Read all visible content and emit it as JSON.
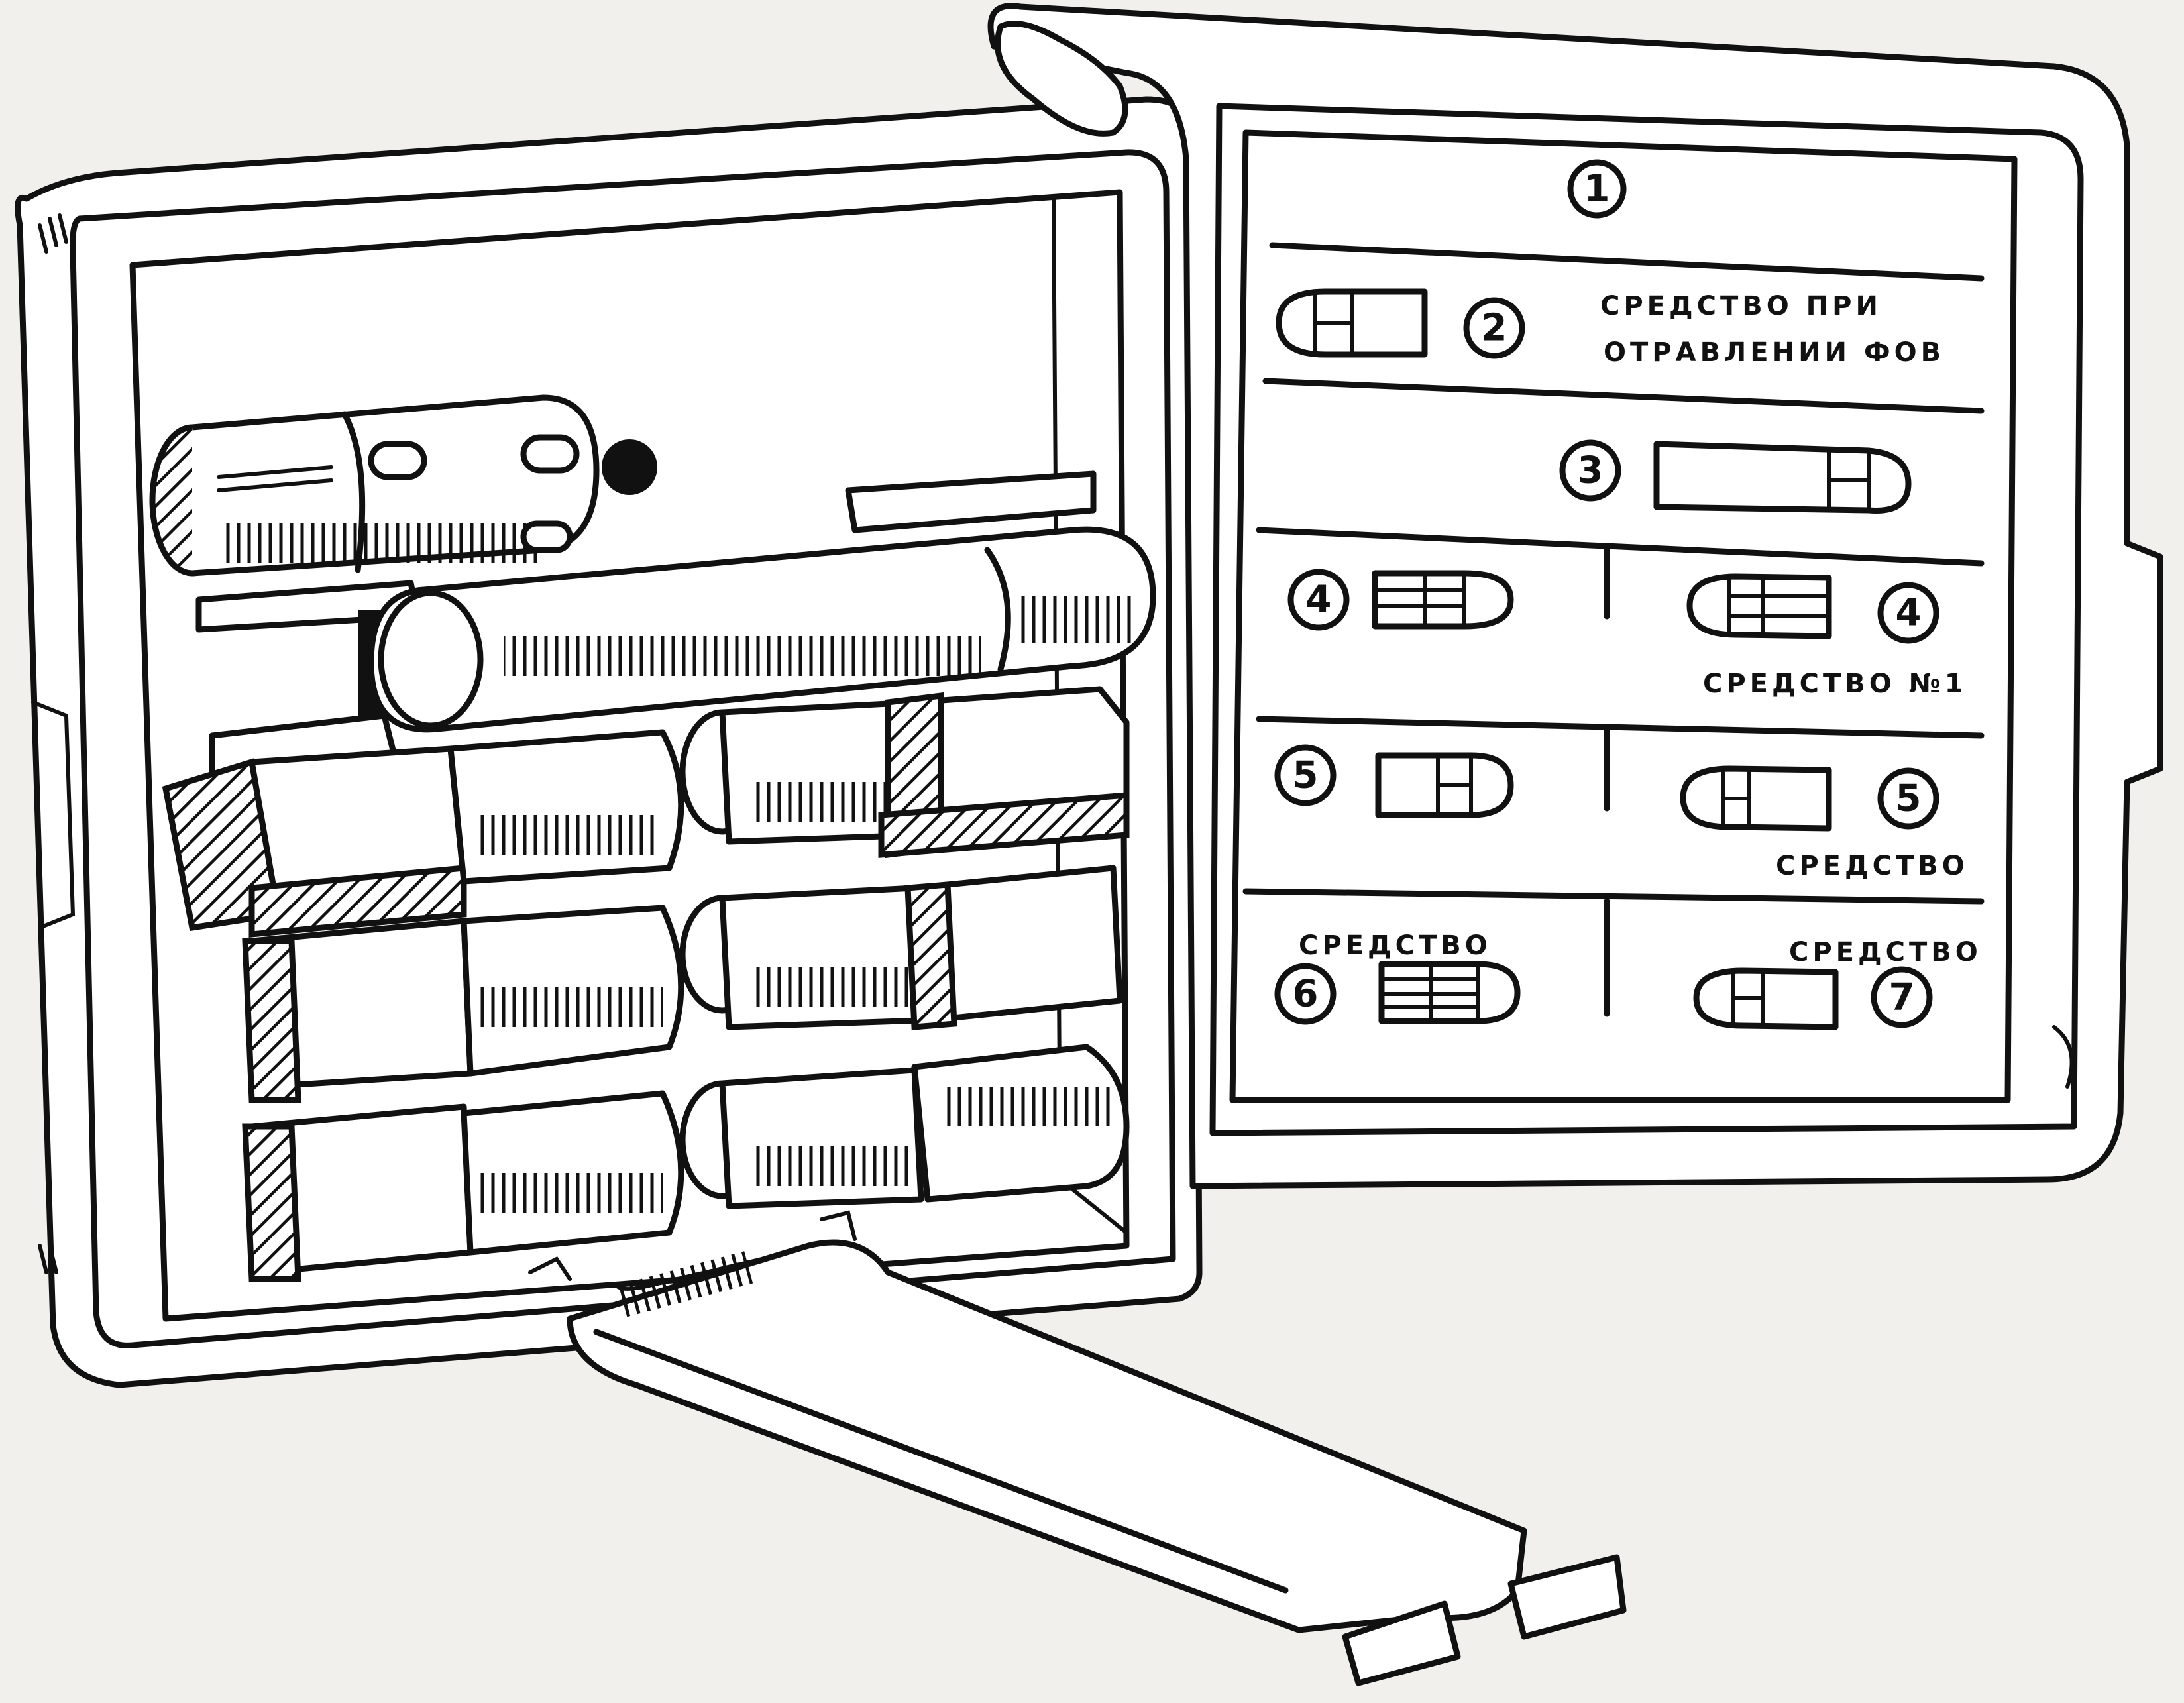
{
  "labels": {
    "num_1": "1",
    "num_2": "2",
    "num_3": "3",
    "num_4_left": "4",
    "num_4_right": "4",
    "num_5_left": "5",
    "num_5_right": "5",
    "num_6": "6",
    "num_7": "7",
    "fov_line1": "СРЕДСТВО ПРИ",
    "fov_line2": "ОТРАВЛЕНИИ ФОВ",
    "sredstvo_no1": "СРЕДСТВО №1",
    "sredstvo_5": "СРЕДСТВО",
    "sredstvo_6": "СРЕДСТВО",
    "sredstvo_7": "СРЕДСТВО"
  },
  "colors": {
    "ink": "#111111",
    "paper": "#f1f0ec"
  }
}
